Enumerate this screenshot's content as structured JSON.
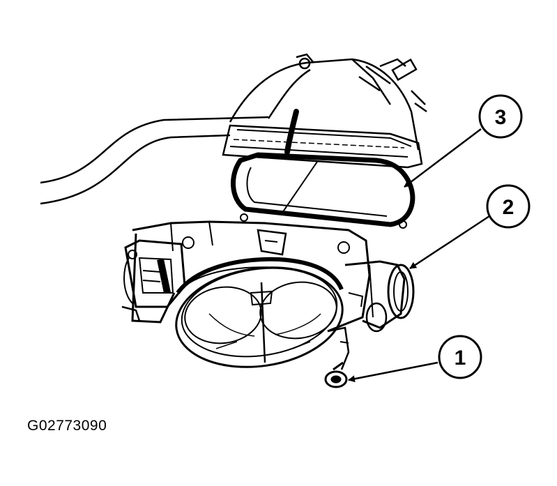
{
  "figure_id": "G02773090",
  "callouts": [
    {
      "label": "1"
    },
    {
      "label": "2"
    },
    {
      "label": "3"
    }
  ],
  "colors": {
    "ink": "#000000",
    "background": "#ffffff"
  }
}
